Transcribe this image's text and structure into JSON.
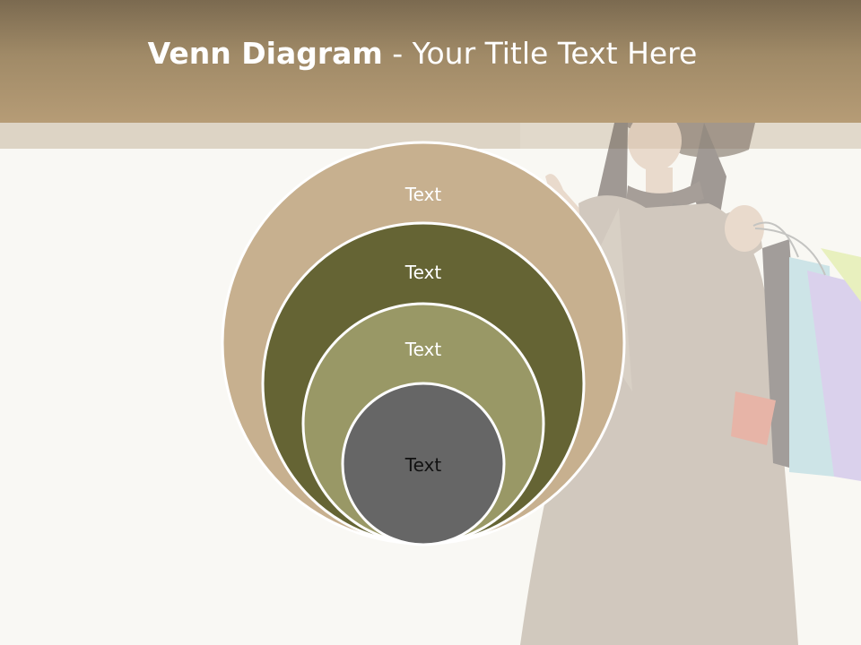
{
  "slide": {
    "title_bold": "Venn Diagram",
    "title_rest": " - Your Title Text Here"
  },
  "diagram": {
    "circles": [
      {
        "label": "Text",
        "fill": "#c7b08f"
      },
      {
        "label": "Text",
        "fill": "#656434"
      },
      {
        "label": "Text",
        "fill": "#999866"
      },
      {
        "label": "Text",
        "fill": "#666666"
      }
    ]
  },
  "colors": {
    "header_top": "#7b6a50",
    "header_bottom": "#b69c76",
    "strip": "#ddd4c5",
    "background": "#f9f8f4"
  }
}
